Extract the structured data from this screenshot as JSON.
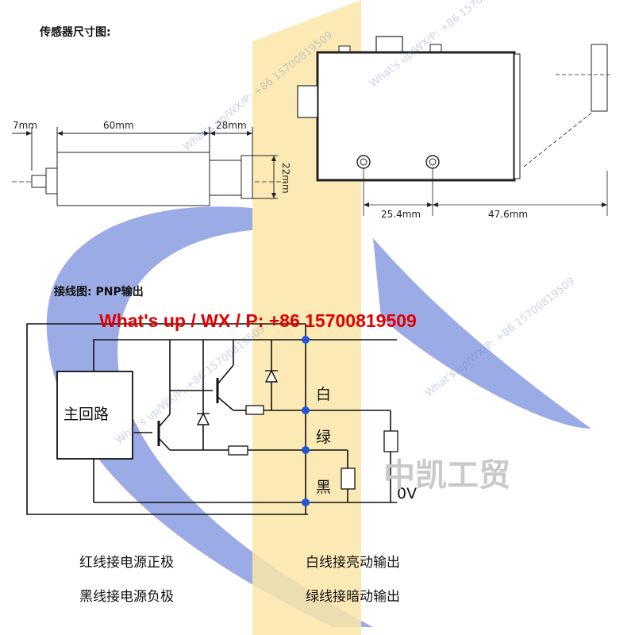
{
  "header": {
    "dimensions_title": "传感器尺寸图:"
  },
  "dimensions": {
    "side": {
      "d1": "7mm",
      "d2": "60mm",
      "d3": "28mm",
      "d4": "22mm"
    },
    "front": {
      "d5": "25.4mm",
      "d6": "47.6mm"
    }
  },
  "wiring": {
    "title": "接线图: PNP输出",
    "main_circuit": "主回路",
    "wire_white": "白",
    "wire_green": "绿",
    "wire_black": "黑",
    "ov": "0V"
  },
  "legend": {
    "red": "红线接电源正极",
    "black": "黑线接电源负极",
    "white": "白线接亮动输出",
    "green": "绿线接暗动输出"
  },
  "overlay": {
    "banner": "What's up / WX / P: +86 15700819509",
    "brand": "中凯工贸",
    "watermark": "What's up/WX/P: +86 15700819509"
  },
  "colors": {
    "banner": "#e20000",
    "node": "#1f57d6",
    "band": "#fbe6a9",
    "swoosh": "#8a9ce0"
  }
}
